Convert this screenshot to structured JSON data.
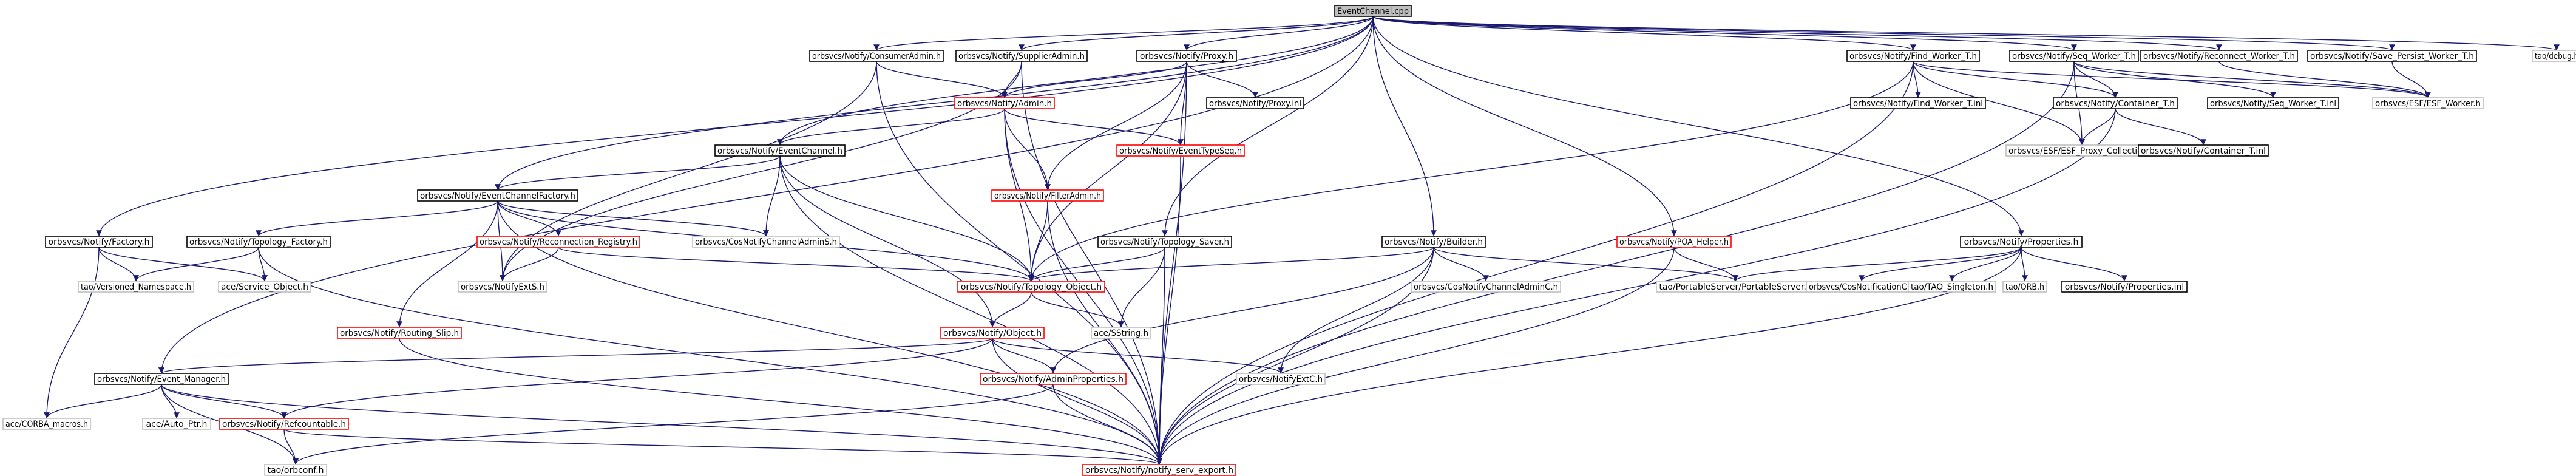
{
  "title": "Include dependency graph",
  "colors": {
    "background": "#ffffff",
    "edge": "#191970",
    "root_fill": "#bfbfbf",
    "root_border": "#000000",
    "node_border_default": "#000000",
    "node_border_incomplete": "#ff0000",
    "node_border_leaf": "#bfbfbf"
  },
  "nodes": [
    {
      "id": "root",
      "label": "EventChannel.cpp",
      "style": "root"
    },
    {
      "id": "consumeradmin",
      "label": "orbsvcs/Notify/ConsumerAdmin.h",
      "style": "normal"
    },
    {
      "id": "supplieradmin",
      "label": "orbsvcs/Notify/SupplierAdmin.h",
      "style": "normal"
    },
    {
      "id": "proxy",
      "label": "orbsvcs/Notify/Proxy.h",
      "style": "normal"
    },
    {
      "id": "find_worker",
      "label": "orbsvcs/Notify/Find_Worker_T.h",
      "style": "normal"
    },
    {
      "id": "seq_worker",
      "label": "orbsvcs/Notify/Seq_Worker_T.h",
      "style": "normal"
    },
    {
      "id": "reconnect_worker",
      "label": "orbsvcs/Notify/Reconnect_Worker_T.h",
      "style": "normal"
    },
    {
      "id": "save_persist",
      "label": "orbsvcs/Notify/Save_Persist_Worker_T.h",
      "style": "normal"
    },
    {
      "id": "debug",
      "label": "tao/debug.h",
      "style": "leaf"
    },
    {
      "id": "admin",
      "label": "orbsvcs/Notify/Admin.h",
      "style": "incomplete"
    },
    {
      "id": "proxy_inl",
      "label": "orbsvcs/Notify/Proxy.inl",
      "style": "normal"
    },
    {
      "id": "find_worker_inl",
      "label": "orbsvcs/Notify/Find_Worker_T.inl",
      "style": "normal"
    },
    {
      "id": "container_t",
      "label": "orbsvcs/Notify/Container_T.h",
      "style": "normal"
    },
    {
      "id": "seq_worker_inl",
      "label": "orbsvcs/Notify/Seq_Worker_T.inl",
      "style": "normal"
    },
    {
      "id": "esf_worker",
      "label": "orbsvcs/ESF/ESF_Worker.h",
      "style": "leaf"
    },
    {
      "id": "eventchannel",
      "label": "orbsvcs/Notify/EventChannel.h",
      "style": "normal"
    },
    {
      "id": "eventtypeseq",
      "label": "orbsvcs/Notify/EventTypeSeq.h",
      "style": "incomplete"
    },
    {
      "id": "esf_proxy_collection",
      "label": "orbsvcs/ESF/ESF_Proxy_Collection.h",
      "style": "leaf"
    },
    {
      "id": "container_inl",
      "label": "orbsvcs/Notify/Container_T.inl",
      "style": "normal"
    },
    {
      "id": "ecfactory",
      "label": "orbsvcs/Notify/EventChannelFactory.h",
      "style": "normal"
    },
    {
      "id": "filteradmin",
      "label": "orbsvcs/Notify/FilterAdmin.h",
      "style": "incomplete"
    },
    {
      "id": "factory",
      "label": "orbsvcs/Notify/Factory.h",
      "style": "normal"
    },
    {
      "id": "topology_factory",
      "label": "orbsvcs/Notify/Topology_Factory.h",
      "style": "normal"
    },
    {
      "id": "reconnection_registry",
      "label": "orbsvcs/Notify/Reconnection_Registry.h",
      "style": "incomplete"
    },
    {
      "id": "cosnotifychanneladmin_s",
      "label": "orbsvcs/CosNotifyChannelAdminS.h",
      "style": "leaf"
    },
    {
      "id": "topology_saver",
      "label": "orbsvcs/Notify/Topology_Saver.h",
      "style": "normal"
    },
    {
      "id": "builder",
      "label": "orbsvcs/Notify/Builder.h",
      "style": "normal"
    },
    {
      "id": "poa_helper",
      "label": "orbsvcs/Notify/POA_Helper.h",
      "style": "incomplete"
    },
    {
      "id": "properties",
      "label": "orbsvcs/Notify/Properties.h",
      "style": "normal"
    },
    {
      "id": "versioned_namespace",
      "label": "tao/Versioned_Namespace.h",
      "style": "leaf"
    },
    {
      "id": "service_object",
      "label": "ace/Service_Object.h",
      "style": "leaf"
    },
    {
      "id": "notifyext_s",
      "label": "orbsvcs/NotifyExtS.h",
      "style": "leaf"
    },
    {
      "id": "topology_object",
      "label": "orbsvcs/Notify/Topology_Object.h",
      "style": "incomplete"
    },
    {
      "id": "cosnotifychanneladmin_c",
      "label": "orbsvcs/CosNotifyChannelAdminC.h",
      "style": "leaf"
    },
    {
      "id": "portableserver",
      "label": "tao/PortableServer/PortableServer.h",
      "style": "leaf"
    },
    {
      "id": "cosnotification_c",
      "label": "orbsvcs/CosNotificationC.h",
      "style": "leaf"
    },
    {
      "id": "tao_singleton",
      "label": "tao/TAO_Singleton.h",
      "style": "leaf"
    },
    {
      "id": "orb",
      "label": "tao/ORB.h",
      "style": "leaf"
    },
    {
      "id": "properties_inl",
      "label": "orbsvcs/Notify/Properties.inl",
      "style": "normal"
    },
    {
      "id": "routing_slip",
      "label": "orbsvcs/Notify/Routing_Slip.h",
      "style": "incomplete"
    },
    {
      "id": "notify_object",
      "label": "orbsvcs/Notify/Object.h",
      "style": "incomplete"
    },
    {
      "id": "sstring",
      "label": "ace/SString.h",
      "style": "leaf"
    },
    {
      "id": "event_manager",
      "label": "orbsvcs/Notify/Event_Manager.h",
      "style": "normal"
    },
    {
      "id": "adminproperties",
      "label": "orbsvcs/Notify/AdminProperties.h",
      "style": "incomplete"
    },
    {
      "id": "notifyext_c",
      "label": "orbsvcs/NotifyExtC.h",
      "style": "leaf"
    },
    {
      "id": "corba_macros",
      "label": "ace/CORBA_macros.h",
      "style": "leaf"
    },
    {
      "id": "auto_ptr",
      "label": "ace/Auto_Ptr.h",
      "style": "leaf"
    },
    {
      "id": "refcountable",
      "label": "orbsvcs/Notify/Refcountable.h",
      "style": "incomplete"
    },
    {
      "id": "orbconf",
      "label": "tao/orbconf.h",
      "style": "leaf"
    },
    {
      "id": "notify_serv_export",
      "label": "orbsvcs/Notify/notify_serv_export.h",
      "style": "incomplete"
    }
  ],
  "edges": [
    [
      "root",
      "consumeradmin"
    ],
    [
      "root",
      "supplieradmin"
    ],
    [
      "root",
      "proxy"
    ],
    [
      "root",
      "find_worker"
    ],
    [
      "root",
      "seq_worker"
    ],
    [
      "root",
      "reconnect_worker"
    ],
    [
      "root",
      "save_persist"
    ],
    [
      "root",
      "debug"
    ],
    [
      "root",
      "eventchannel"
    ],
    [
      "root",
      "ecfactory"
    ],
    [
      "root",
      "factory"
    ],
    [
      "root",
      "event_manager"
    ],
    [
      "root",
      "topology_saver"
    ],
    [
      "root",
      "builder"
    ],
    [
      "root",
      "poa_helper"
    ],
    [
      "root",
      "properties"
    ],
    [
      "consumeradmin",
      "admin"
    ],
    [
      "consumeradmin",
      "notifyext_s"
    ],
    [
      "consumeradmin",
      "notify_serv_export"
    ],
    [
      "supplieradmin",
      "admin"
    ],
    [
      "supplieradmin",
      "notifyext_s"
    ],
    [
      "supplieradmin",
      "notify_serv_export"
    ],
    [
      "proxy",
      "admin"
    ],
    [
      "proxy",
      "proxy_inl"
    ],
    [
      "proxy",
      "eventtypeseq"
    ],
    [
      "proxy",
      "filteradmin"
    ],
    [
      "proxy",
      "topology_object"
    ],
    [
      "proxy",
      "notify_serv_export"
    ],
    [
      "find_worker",
      "find_worker_inl"
    ],
    [
      "find_worker",
      "container_t"
    ],
    [
      "find_worker",
      "esf_worker"
    ],
    [
      "find_worker",
      "esf_proxy_collection"
    ],
    [
      "find_worker",
      "topology_object"
    ],
    [
      "find_worker",
      "notify_serv_export"
    ],
    [
      "seq_worker",
      "container_t"
    ],
    [
      "seq_worker",
      "seq_worker_inl"
    ],
    [
      "seq_worker",
      "esf_worker"
    ],
    [
      "seq_worker",
      "esf_proxy_collection"
    ],
    [
      "seq_worker",
      "notify_serv_export"
    ],
    [
      "reconnect_worker",
      "esf_worker"
    ],
    [
      "save_persist",
      "esf_worker"
    ],
    [
      "admin",
      "eventchannel"
    ],
    [
      "admin",
      "eventtypeseq"
    ],
    [
      "admin",
      "filteradmin"
    ],
    [
      "admin",
      "topology_object"
    ],
    [
      "admin",
      "notify_serv_export"
    ],
    [
      "container_t",
      "esf_proxy_collection"
    ],
    [
      "container_t",
      "container_inl"
    ],
    [
      "container_t",
      "notify_serv_export"
    ],
    [
      "eventchannel",
      "ecfactory"
    ],
    [
      "eventchannel",
      "cosnotifychanneladmin_s"
    ],
    [
      "eventchannel",
      "topology_object"
    ],
    [
      "eventchannel",
      "notify_object"
    ],
    [
      "eventchannel",
      "notify_serv_export"
    ],
    [
      "eventtypeseq",
      "notify_serv_export"
    ],
    [
      "ecfactory",
      "topology_factory"
    ],
    [
      "ecfactory",
      "reconnection_registry"
    ],
    [
      "ecfactory",
      "cosnotifychanneladmin_s"
    ],
    [
      "ecfactory",
      "notifyext_s"
    ],
    [
      "ecfactory",
      "topology_object"
    ],
    [
      "ecfactory",
      "routing_slip"
    ],
    [
      "ecfactory",
      "notify_serv_export"
    ],
    [
      "filteradmin",
      "topology_object"
    ],
    [
      "filteradmin",
      "notify_serv_export"
    ],
    [
      "factory",
      "versioned_namespace"
    ],
    [
      "factory",
      "service_object"
    ],
    [
      "factory",
      "corba_macros"
    ],
    [
      "topology_factory",
      "versioned_namespace"
    ],
    [
      "topology_factory",
      "service_object"
    ],
    [
      "topology_factory",
      "notify_serv_export"
    ],
    [
      "reconnection_registry",
      "notifyext_s"
    ],
    [
      "reconnection_registry",
      "topology_object"
    ],
    [
      "topology_saver",
      "topology_object"
    ],
    [
      "topology_saver",
      "sstring"
    ],
    [
      "topology_saver",
      "notify_serv_export"
    ],
    [
      "builder",
      "topology_object"
    ],
    [
      "builder",
      "cosnotifychanneladmin_c"
    ],
    [
      "builder",
      "portableserver"
    ],
    [
      "builder",
      "notifyext_c"
    ],
    [
      "builder",
      "adminproperties"
    ],
    [
      "builder",
      "notify_serv_export"
    ],
    [
      "poa_helper",
      "portableserver"
    ],
    [
      "poa_helper",
      "notify_serv_export"
    ],
    [
      "properties",
      "portableserver"
    ],
    [
      "properties",
      "cosnotification_c"
    ],
    [
      "properties",
      "tao_singleton"
    ],
    [
      "properties",
      "orb"
    ],
    [
      "properties",
      "properties_inl"
    ],
    [
      "properties",
      "notify_serv_export"
    ],
    [
      "topology_object",
      "notify_object"
    ],
    [
      "topology_object",
      "sstring"
    ],
    [
      "routing_slip",
      "notify_serv_export"
    ],
    [
      "notify_object",
      "event_manager"
    ],
    [
      "notify_object",
      "adminproperties"
    ],
    [
      "notify_object",
      "notifyext_c"
    ],
    [
      "notify_object",
      "refcountable"
    ],
    [
      "notify_object",
      "notify_serv_export"
    ],
    [
      "event_manager",
      "corba_macros"
    ],
    [
      "event_manager",
      "auto_ptr"
    ],
    [
      "event_manager",
      "refcountable"
    ],
    [
      "event_manager",
      "orbconf"
    ],
    [
      "event_manager",
      "notify_serv_export"
    ],
    [
      "adminproperties",
      "orbconf"
    ],
    [
      "adminproperties",
      "notify_serv_export"
    ],
    [
      "refcountable",
      "orbconf"
    ],
    [
      "refcountable",
      "notify_serv_export"
    ]
  ]
}
